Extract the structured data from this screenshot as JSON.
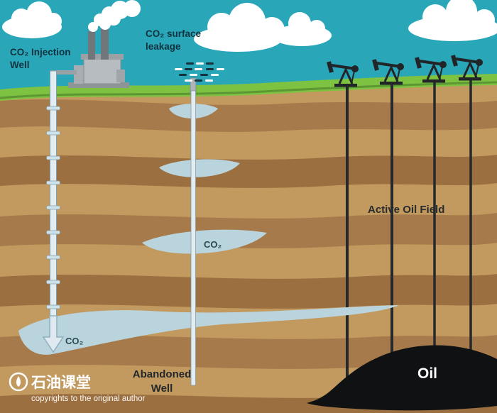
{
  "labels": {
    "co2_injection_line1": "CO₂ Injection",
    "co2_injection_line2": "Well",
    "leakage_line1": "CO₂ surface",
    "leakage_line2": "leakage",
    "co2_mid": "CO₂",
    "co2_deep": "CO₂",
    "active_oil_field": "Active Oil Field",
    "oil": "Oil",
    "abandoned_line1": "Abandoned",
    "abandoned_line2": "Well"
  },
  "watermark": {
    "brand": "石油课堂",
    "copyright": "copyrights to the original author"
  },
  "colors": {
    "sky": "#2aa6b9",
    "cloud": "#ffffff",
    "grass": "#7ec242",
    "grass_shadow": "#5d9733",
    "strata_light": "#c2995f",
    "strata_dark": "#a67a4a",
    "strata_dark2": "#9c6f40",
    "plume": "#b9d4dd",
    "pipe_fill": "#e2edf2",
    "pipe_stroke": "#85a0ac",
    "oil": "#101113",
    "silhouette": "#212528",
    "label_dark": "#11333f",
    "label_black": "#272c2f",
    "white": "#ffffff"
  }
}
